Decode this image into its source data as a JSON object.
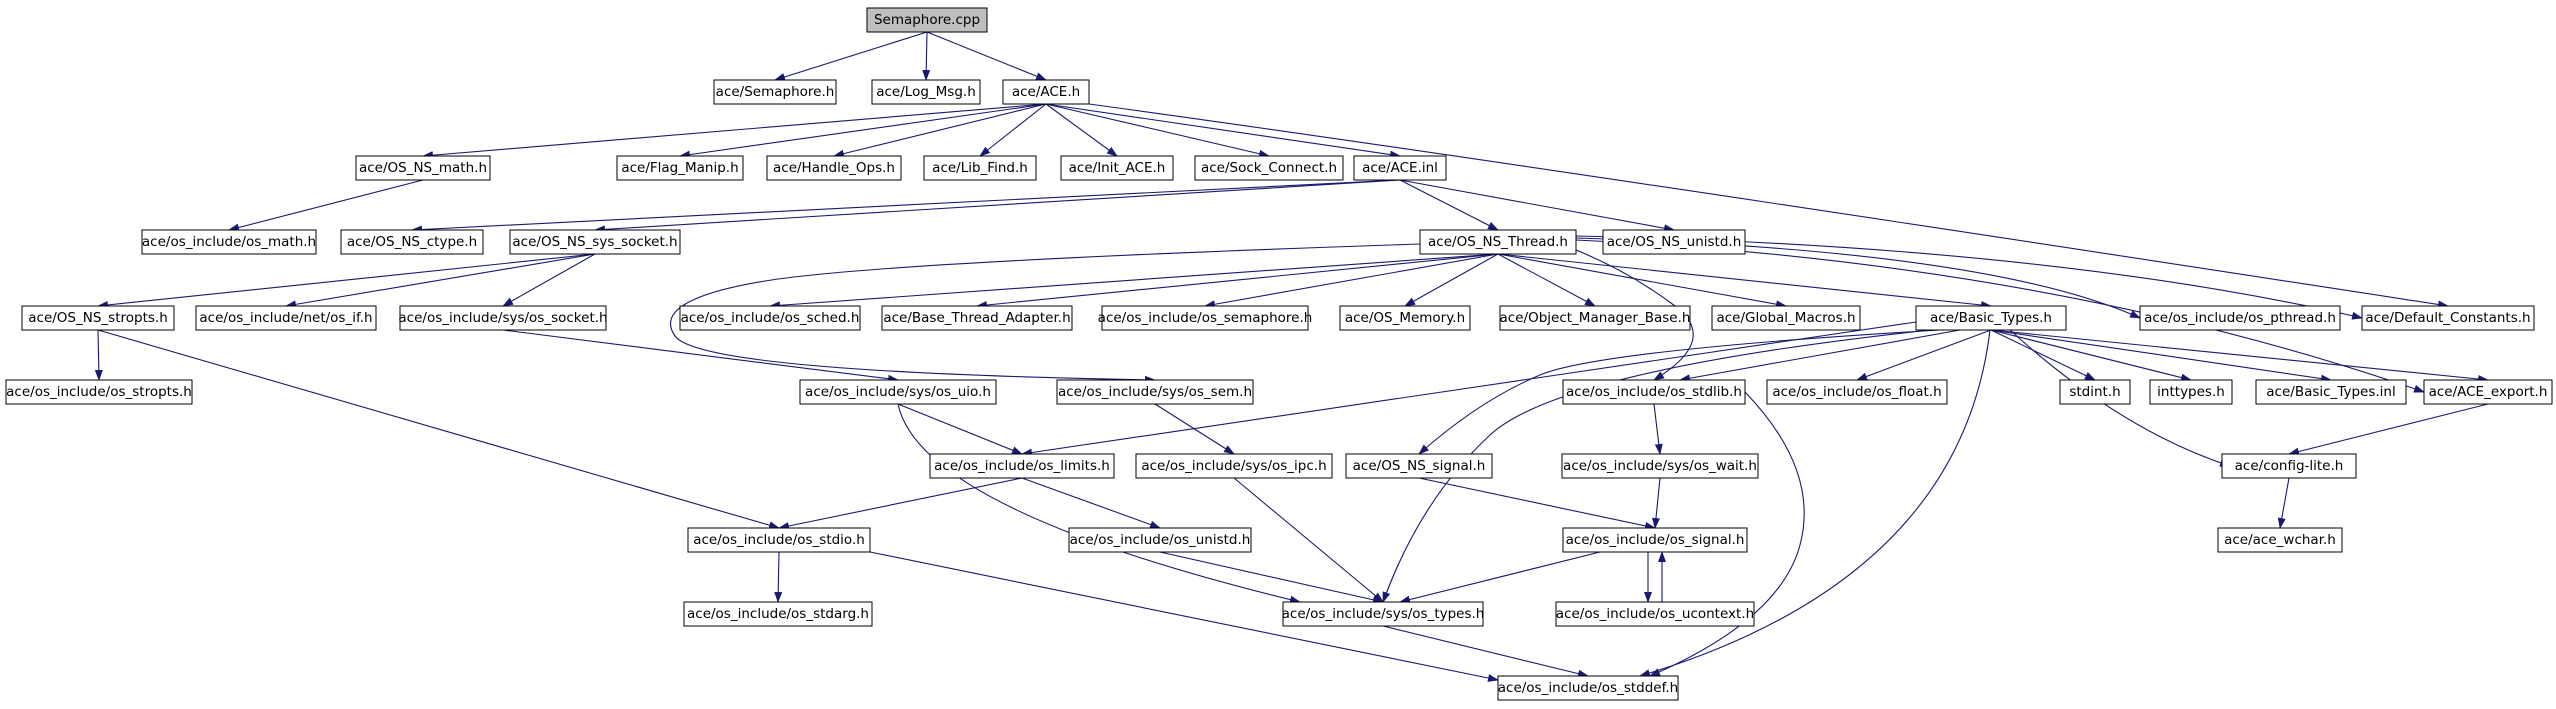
{
  "colors": {
    "background": "#ffffff",
    "edge": "#191970",
    "node_border": "#000000",
    "root_fill": "#bfbfbf",
    "missing_border": "#ff0000",
    "system_border": "#bfbfbf"
  },
  "nodes": [
    {
      "id": "semaphore_cpp",
      "label": "Semaphore.cpp",
      "kind": "root"
    },
    {
      "id": "semaphore_h",
      "label": "ace/Semaphore.h",
      "kind": "normal"
    },
    {
      "id": "log_msg",
      "label": "ace/Log_Msg.h",
      "kind": "normal"
    },
    {
      "id": "ace_h",
      "label": "ace/ACE.h",
      "kind": "normal"
    },
    {
      "id": "os_ns_math",
      "label": "ace/OS_NS_math.h",
      "kind": "normal"
    },
    {
      "id": "flag_manip",
      "label": "ace/Flag_Manip.h",
      "kind": "normal"
    },
    {
      "id": "handle_ops",
      "label": "ace/Handle_Ops.h",
      "kind": "normal"
    },
    {
      "id": "lib_find",
      "label": "ace/Lib_Find.h",
      "kind": "normal"
    },
    {
      "id": "init_ace",
      "label": "ace/Init_ACE.h",
      "kind": "normal"
    },
    {
      "id": "sock_connect",
      "label": "ace/Sock_Connect.h",
      "kind": "normal"
    },
    {
      "id": "ace_inl",
      "label": "ace/ACE.inl",
      "kind": "normal"
    },
    {
      "id": "os_math",
      "label": "ace/os_include/os_math.h",
      "kind": "normal"
    },
    {
      "id": "os_ns_ctype",
      "label": "ace/OS_NS_ctype.h",
      "kind": "normal"
    },
    {
      "id": "os_ns_sys_socket",
      "label": "ace/OS_NS_sys_socket.h",
      "kind": "normal"
    },
    {
      "id": "os_ns_thread",
      "label": "ace/OS_NS_Thread.h",
      "kind": "normal"
    },
    {
      "id": "os_ns_unistd",
      "label": "ace/OS_NS_unistd.h",
      "kind": "normal"
    },
    {
      "id": "os_ns_stropts",
      "label": "ace/OS_NS_stropts.h",
      "kind": "normal"
    },
    {
      "id": "net_os_if",
      "label": "ace/os_include/net/os_if.h",
      "kind": "normal"
    },
    {
      "id": "sys_os_socket",
      "label": "ace/os_include/sys/os_socket.h",
      "kind": "normal"
    },
    {
      "id": "os_sched",
      "label": "ace/os_include/os_sched.h",
      "kind": "normal"
    },
    {
      "id": "base_thread_adapter",
      "label": "ace/Base_Thread_Adapter.h",
      "kind": "normal"
    },
    {
      "id": "os_semaphore",
      "label": "ace/os_include/os_semaphore.h",
      "kind": "normal"
    },
    {
      "id": "os_memory",
      "label": "ace/OS_Memory.h",
      "kind": "normal"
    },
    {
      "id": "object_manager_base",
      "label": "ace/Object_Manager_Base.h",
      "kind": "normal"
    },
    {
      "id": "global_macros",
      "label": "ace/Global_Macros.h",
      "kind": "normal"
    },
    {
      "id": "basic_types_h",
      "label": "ace/Basic_Types.h",
      "kind": "normal"
    },
    {
      "id": "os_pthread",
      "label": "ace/os_include/os_pthread.h",
      "kind": "normal"
    },
    {
      "id": "default_constants",
      "label": "ace/Default_Constants.h",
      "kind": "normal"
    },
    {
      "id": "os_stropts",
      "label": "ace/os_include/os_stropts.h",
      "kind": "normal"
    },
    {
      "id": "sys_os_uio",
      "label": "ace/os_include/sys/os_uio.h",
      "kind": "normal"
    },
    {
      "id": "sys_os_sem",
      "label": "ace/os_include/sys/os_sem.h",
      "kind": "normal"
    },
    {
      "id": "os_stdlib",
      "label": "ace/os_include/os_stdlib.h",
      "kind": "normal"
    },
    {
      "id": "os_float",
      "label": "ace/os_include/os_float.h",
      "kind": "normal"
    },
    {
      "id": "stdint_h",
      "label": "stdint.h",
      "kind": "system"
    },
    {
      "id": "inttypes_h",
      "label": "inttypes.h",
      "kind": "system"
    },
    {
      "id": "basic_types_inl",
      "label": "ace/Basic_Types.inl",
      "kind": "normal"
    },
    {
      "id": "ace_export",
      "label": "ace/ACE_export.h",
      "kind": "normal"
    },
    {
      "id": "os_limits",
      "label": "ace/os_include/os_limits.h",
      "kind": "normal"
    },
    {
      "id": "sys_os_ipc",
      "label": "ace/os_include/sys/os_ipc.h",
      "kind": "normal"
    },
    {
      "id": "os_ns_signal",
      "label": "ace/OS_NS_signal.h",
      "kind": "normal"
    },
    {
      "id": "sys_os_wait",
      "label": "ace/os_include/sys/os_wait.h",
      "kind": "missing"
    },
    {
      "id": "config_lite",
      "label": "ace/config-lite.h",
      "kind": "normal"
    },
    {
      "id": "os_stdio",
      "label": "ace/os_include/os_stdio.h",
      "kind": "normal"
    },
    {
      "id": "os_unistd",
      "label": "ace/os_include/os_unistd.h",
      "kind": "missing"
    },
    {
      "id": "os_signal",
      "label": "ace/os_include/os_signal.h",
      "kind": "normal"
    },
    {
      "id": "ace_wchar",
      "label": "ace/ace_wchar.h",
      "kind": "missing"
    },
    {
      "id": "os_stdarg",
      "label": "ace/os_include/os_stdarg.h",
      "kind": "normal"
    },
    {
      "id": "sys_os_types",
      "label": "ace/os_include/sys/os_types.h",
      "kind": "normal"
    },
    {
      "id": "os_ucontext",
      "label": "ace/os_include/os_ucontext.h",
      "kind": "normal"
    },
    {
      "id": "os_stddef",
      "label": "ace/os_include/os_stddef.h",
      "kind": "normal"
    }
  ],
  "edges": [
    [
      "semaphore_cpp",
      "semaphore_h"
    ],
    [
      "semaphore_cpp",
      "log_msg"
    ],
    [
      "semaphore_cpp",
      "ace_h"
    ],
    [
      "ace_h",
      "os_ns_math"
    ],
    [
      "ace_h",
      "flag_manip"
    ],
    [
      "ace_h",
      "handle_ops"
    ],
    [
      "ace_h",
      "lib_find"
    ],
    [
      "ace_h",
      "init_ace"
    ],
    [
      "ace_h",
      "sock_connect"
    ],
    [
      "ace_h",
      "ace_inl"
    ],
    [
      "ace_h",
      "default_constants"
    ],
    [
      "os_ns_math",
      "os_math"
    ],
    [
      "ace_inl",
      "os_ns_ctype"
    ],
    [
      "ace_inl",
      "os_ns_sys_socket"
    ],
    [
      "ace_inl",
      "os_ns_thread"
    ],
    [
      "ace_inl",
      "os_ns_unistd"
    ],
    [
      "os_ns_sys_socket",
      "os_ns_stropts"
    ],
    [
      "os_ns_sys_socket",
      "net_os_if"
    ],
    [
      "os_ns_sys_socket",
      "sys_os_socket"
    ],
    [
      "os_ns_stropts",
      "os_stropts"
    ],
    [
      "os_ns_stropts",
      "os_stdio"
    ],
    [
      "sys_os_socket",
      "sys_os_uio"
    ],
    [
      "os_ns_thread",
      "os_sched"
    ],
    [
      "os_ns_thread",
      "base_thread_adapter"
    ],
    [
      "os_ns_thread",
      "os_semaphore"
    ],
    [
      "os_ns_thread",
      "os_memory"
    ],
    [
      "os_ns_thread",
      "object_manager_base"
    ],
    [
      "os_ns_thread",
      "global_macros"
    ],
    [
      "os_ns_thread",
      "basic_types_h"
    ],
    [
      "os_ns_thread",
      "os_pthread"
    ],
    [
      "os_ns_thread",
      "default_constants"
    ],
    [
      "os_ns_thread",
      "ace_export"
    ],
    [
      "os_ns_thread",
      "sys_os_sem"
    ],
    [
      "os_ns_thread",
      "os_stdlib"
    ],
    [
      "basic_types_h",
      "os_limits"
    ],
    [
      "basic_types_h",
      "os_stdlib"
    ],
    [
      "basic_types_h",
      "os_float"
    ],
    [
      "basic_types_h",
      "stdint_h"
    ],
    [
      "basic_types_h",
      "inttypes_h"
    ],
    [
      "basic_types_h",
      "basic_types_inl"
    ],
    [
      "basic_types_h",
      "ace_export"
    ],
    [
      "basic_types_h",
      "config_lite"
    ],
    [
      "basic_types_h",
      "os_ns_signal"
    ],
    [
      "basic_types_h",
      "sys_os_types"
    ],
    [
      "basic_types_h",
      "os_stddef"
    ],
    [
      "sys_os_uio",
      "os_limits"
    ],
    [
      "sys_os_uio",
      "sys_os_types"
    ],
    [
      "sys_os_sem",
      "sys_os_ipc"
    ],
    [
      "os_limits",
      "os_stdio"
    ],
    [
      "os_limits",
      "os_unistd"
    ],
    [
      "os_stdio",
      "os_stdarg"
    ],
    [
      "os_stdio",
      "os_stddef"
    ],
    [
      "os_unistd",
      "sys_os_types"
    ],
    [
      "sys_os_ipc",
      "sys_os_types"
    ],
    [
      "os_ns_signal",
      "os_signal"
    ],
    [
      "os_stdlib",
      "sys_os_wait"
    ],
    [
      "os_stdlib",
      "os_stddef"
    ],
    [
      "sys_os_wait",
      "os_signal"
    ],
    [
      "os_signal",
      "sys_os_types"
    ],
    [
      "os_signal",
      "os_ucontext"
    ],
    [
      "os_ucontext",
      "os_signal"
    ],
    [
      "sys_os_types",
      "os_stddef"
    ],
    [
      "ace_export",
      "config_lite"
    ],
    [
      "config_lite",
      "ace_wchar"
    ]
  ]
}
